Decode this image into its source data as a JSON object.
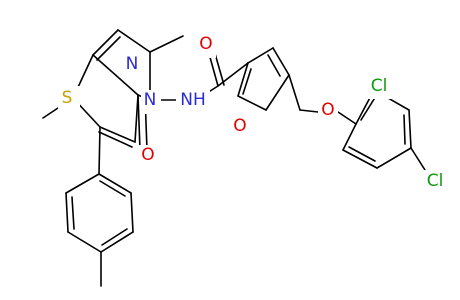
{
  "atom_labels": {
    "s1": "S",
    "n1": "N",
    "n3": "N",
    "nh": "NH",
    "o_keto": "O",
    "o_amide": "O",
    "o_furan": "O",
    "o_ether": "O",
    "cl1": "Cl",
    "cl2": "Cl"
  },
  "colors": {
    "S": "#c8a000",
    "N": "#2b2bd6",
    "O": "#e00000",
    "Cl": "#109a10",
    "bond": "#000000"
  }
}
